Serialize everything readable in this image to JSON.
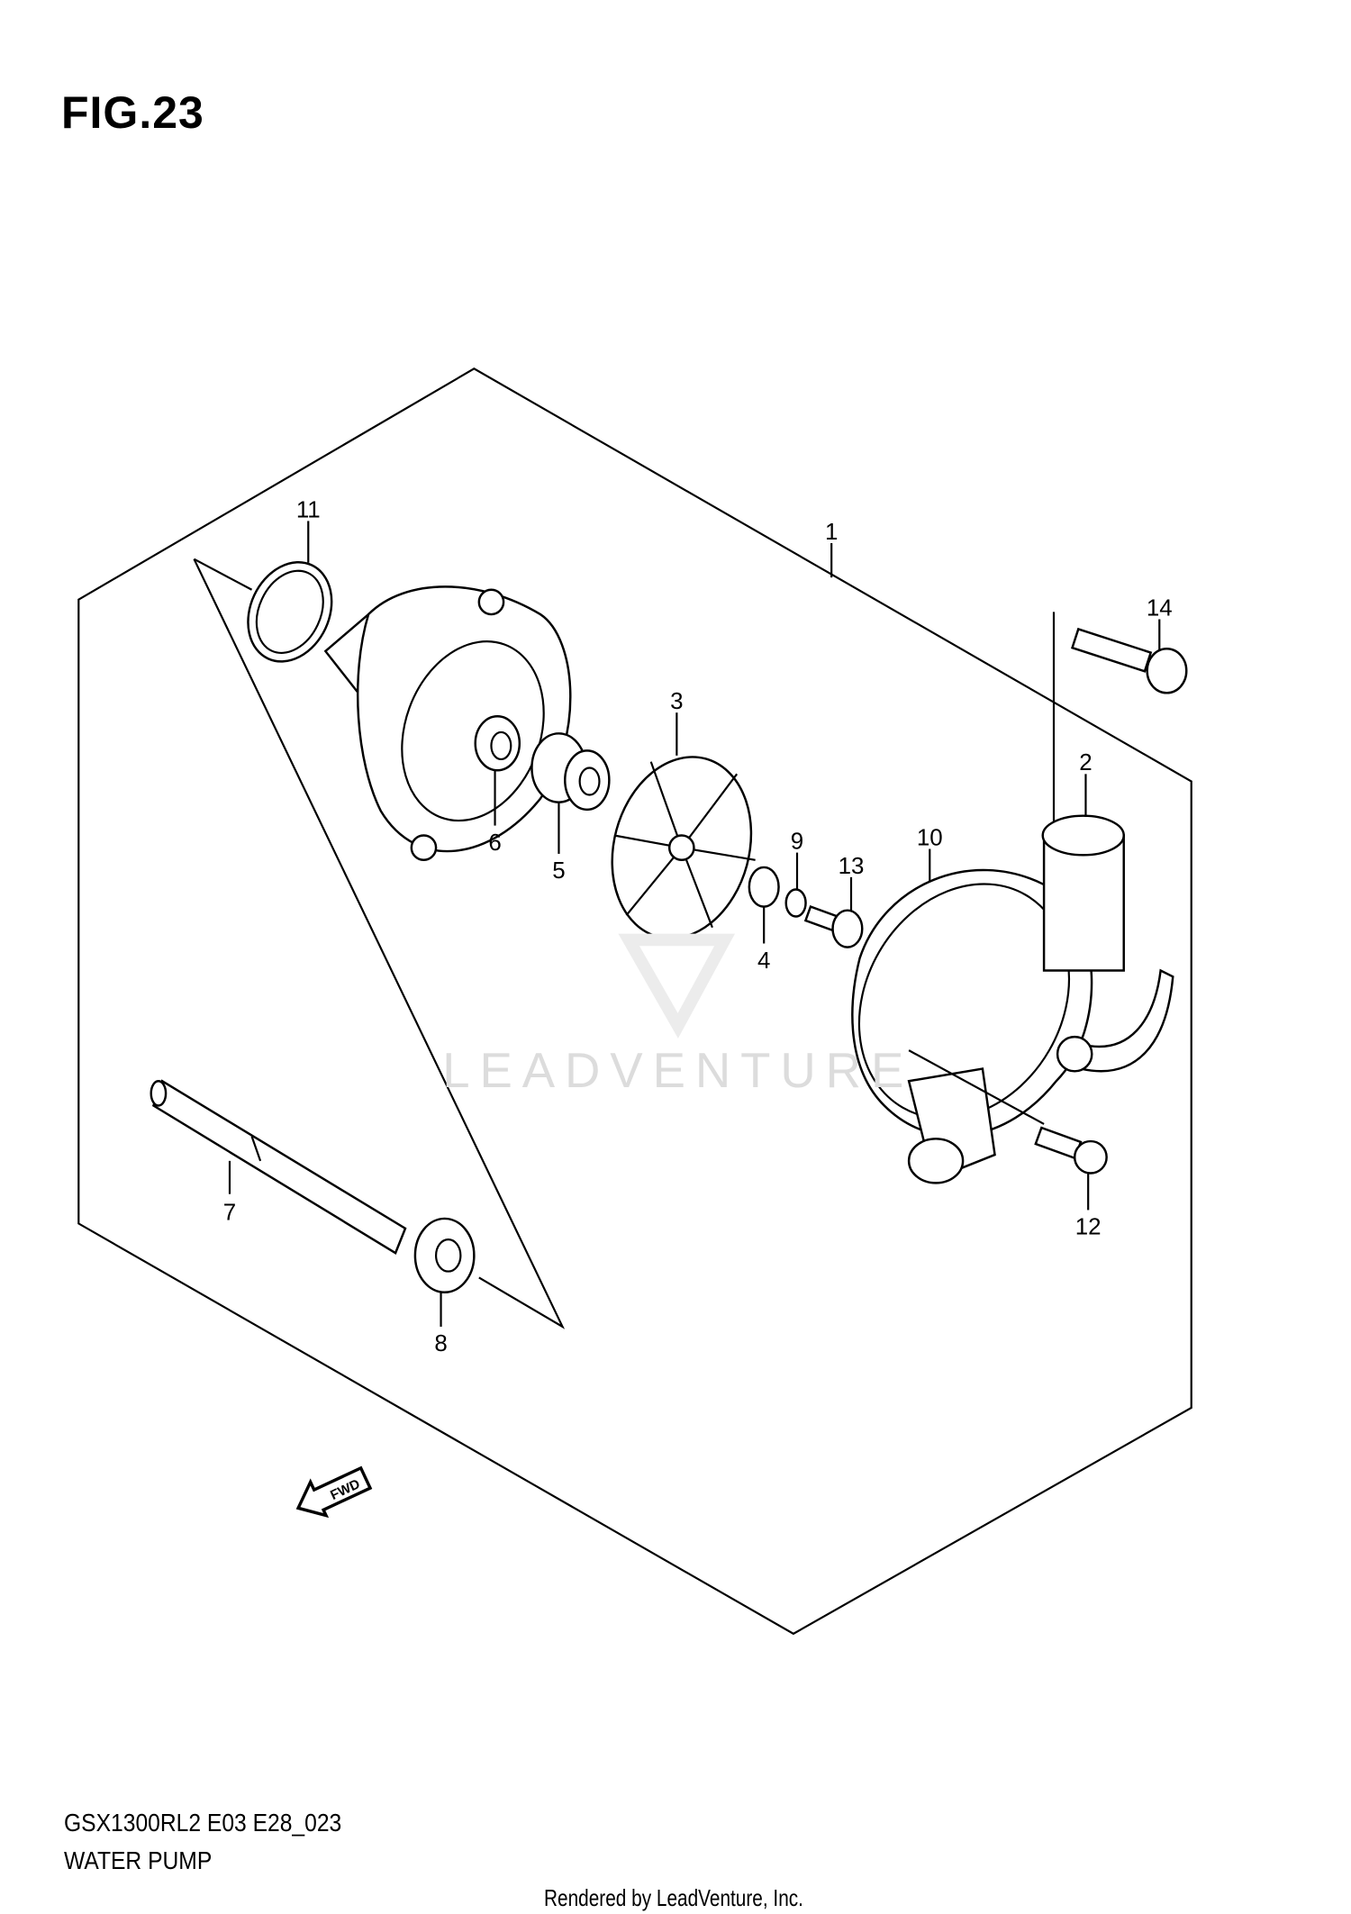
{
  "figure": {
    "title": "FIG.23"
  },
  "footer": {
    "model_code": "GSX1300RL2 E03 E28_023",
    "section_name": "WATER PUMP",
    "credit": "Rendered by LeadVenture, Inc."
  },
  "watermark": {
    "text": "LEADVENTURE"
  },
  "direction_marker": {
    "text": "FWD"
  },
  "callouts": [
    "1",
    "2",
    "3",
    "4",
    "5",
    "6",
    "7",
    "8",
    "9",
    "10",
    "11",
    "12",
    "13",
    "14"
  ]
}
